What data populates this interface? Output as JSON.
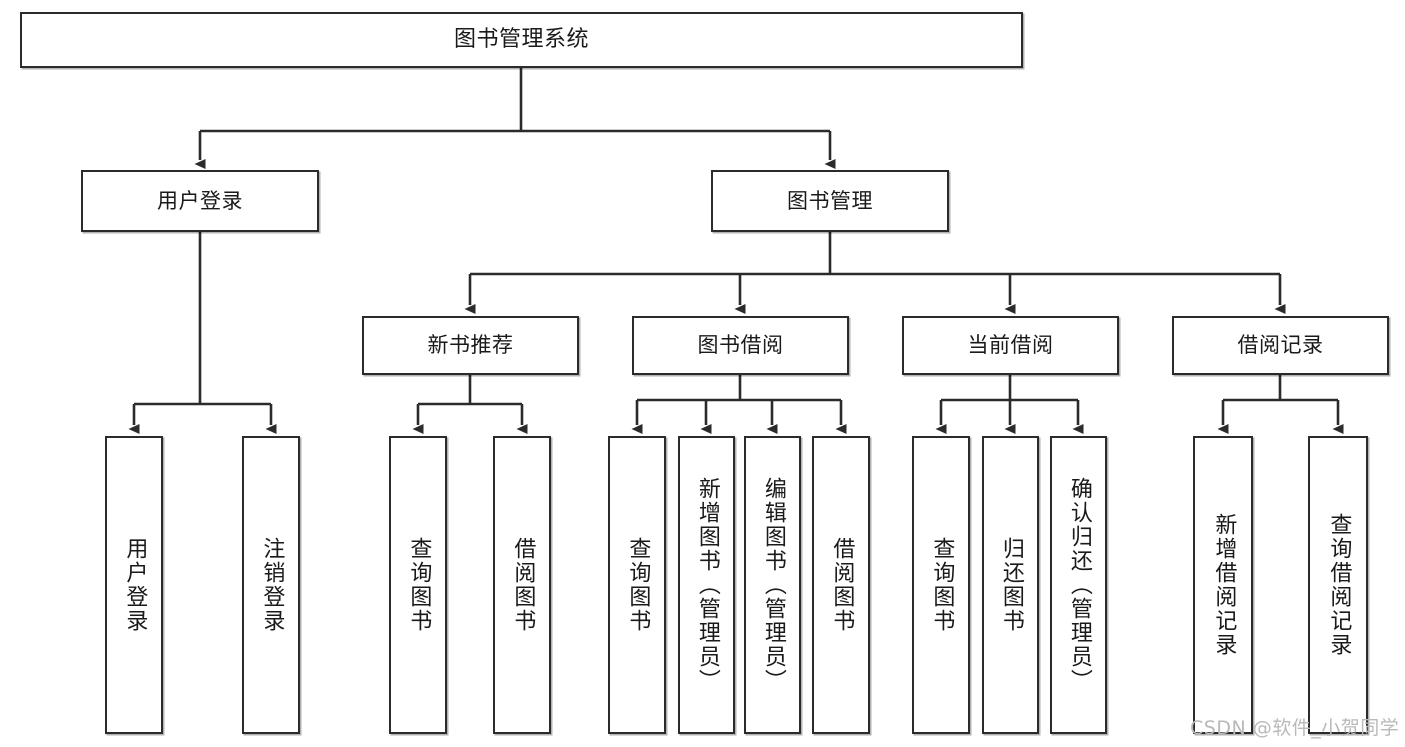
{
  "diagram": {
    "type": "tree-hierarchy",
    "title": "图书管理系统",
    "orientation": "top-down",
    "colors": {
      "box_border": "#2b2b2b",
      "box_fill": "#ffffff",
      "edge": "#2b2b2b",
      "text": "#1a1a1a",
      "watermark": "#b9b9b9"
    }
  },
  "root": {
    "label": "图书管理系统"
  },
  "level2": [
    {
      "id": "user-login",
      "label": "用户登录"
    },
    {
      "id": "book-management",
      "label": "图书管理"
    }
  ],
  "level3": [
    {
      "id": "new-book-recommend",
      "label": "新书推荐"
    },
    {
      "id": "book-borrow",
      "label": "图书借阅"
    },
    {
      "id": "current-borrow",
      "label": "当前借阅"
    },
    {
      "id": "borrow-record",
      "label": "借阅记录"
    }
  ],
  "leaves": {
    "user_login": [
      {
        "id": "leaf-user-login",
        "label": "用户登录"
      },
      {
        "id": "leaf-logout-login",
        "label": "注销登录"
      }
    ],
    "new_book_recommend": [
      {
        "id": "leaf-query-book-1",
        "label": "查询图书"
      },
      {
        "id": "leaf-borrow-book-1",
        "label": "借阅图书"
      }
    ],
    "book_borrow": [
      {
        "id": "leaf-query-book-2",
        "label": "查询图书"
      },
      {
        "id": "leaf-add-book",
        "label": "新增图书（管理员）"
      },
      {
        "id": "leaf-edit-book",
        "label": "编辑图书（管理员）"
      },
      {
        "id": "leaf-borrow-book-2",
        "label": "借阅图书"
      }
    ],
    "current_borrow": [
      {
        "id": "leaf-query-book-3",
        "label": "查询图书"
      },
      {
        "id": "leaf-return-book",
        "label": "归还图书"
      },
      {
        "id": "leaf-confirm-return",
        "label": "确认归还（管理员）"
      }
    ],
    "borrow_record": [
      {
        "id": "leaf-add-record",
        "label": "新增借阅记录"
      },
      {
        "id": "leaf-query-record",
        "label": "查询借阅记录"
      }
    ]
  },
  "watermark": {
    "text": "CSDN @软件_小贺同学"
  }
}
